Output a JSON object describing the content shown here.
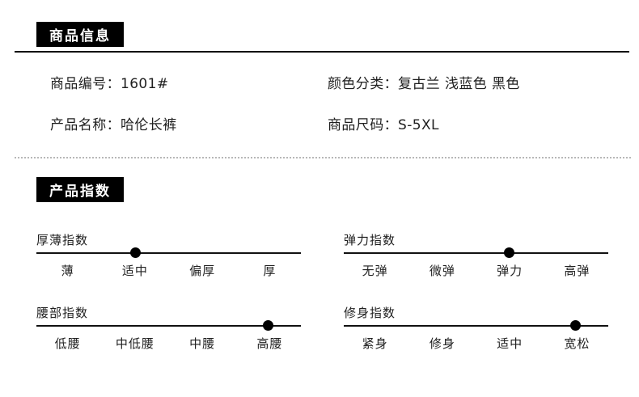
{
  "sections": {
    "product_info": {
      "badge_label": "商品信息",
      "specs": [
        {
          "key": "商品编号：",
          "value": "1601#"
        },
        {
          "key": "产品名称：",
          "value": "哈伦长裤"
        },
        {
          "key": "颜色分类：",
          "value": "复古兰 浅蓝色 黑色"
        },
        {
          "key": "商品尺码：",
          "value": "S-5XL"
        }
      ]
    },
    "product_index": {
      "badge_label": "产品指数",
      "sliders": [
        {
          "title": "厚薄指数",
          "ticks": [
            "薄",
            "适中",
            "偏厚",
            "厚"
          ],
          "selected_index": 1,
          "selected_label": "适中"
        },
        {
          "title": "弹力指数",
          "ticks": [
            "无弹",
            "微弹",
            "弹力",
            "高弹"
          ],
          "selected_index": 2,
          "selected_label": "弹力"
        },
        {
          "title": "腰部指数",
          "ticks": [
            "低腰",
            "中低腰",
            "中腰",
            "高腰"
          ],
          "selected_index": 3,
          "selected_label": "高腰"
        },
        {
          "title": "修身指数",
          "ticks": [
            "紧身",
            "修身",
            "适中",
            "宽松"
          ],
          "selected_index": 3,
          "selected_label": "宽松"
        }
      ]
    }
  },
  "colors": {
    "badge_background": "#000000",
    "badge_text": "#ffffff",
    "rule_solid": "#111111",
    "rule_dotted": "#b7b7b7",
    "knob": "#000000",
    "page_background": "#ffffff"
  }
}
